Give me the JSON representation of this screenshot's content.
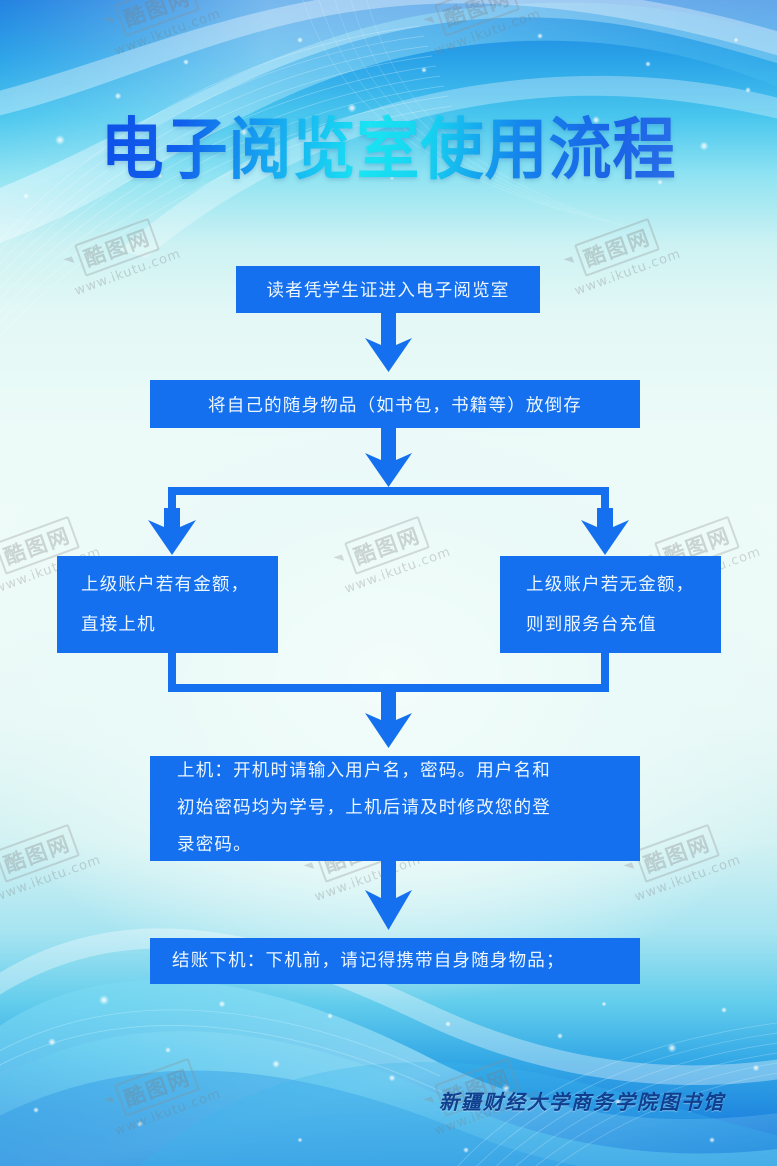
{
  "poster": {
    "title": "电子阅览室使用流程",
    "footer": "新疆财经大学商务学院图书馆",
    "colors": {
      "node_fill": "#1470ee",
      "node_text": "#ecf6ff",
      "arrow": "#1470ee",
      "title_gradient_start": "#0d4fe8",
      "title_gradient_mid": "#1ae3f2",
      "title_gradient_end": "#2a6fe8",
      "background_top": "#1e7fe0",
      "background_center": "#eefbf8",
      "background_bottom": "#1a74d8",
      "footer_text": "#0f3f8e"
    }
  },
  "flow": {
    "nodes": [
      {
        "id": "n1",
        "lines": [
          "读者凭学生证进入电子阅览室"
        ]
      },
      {
        "id": "n2",
        "lines": [
          "将自己的随身物品（如书包，书籍等）放倒存"
        ]
      },
      {
        "id": "n3",
        "lines": [
          "上级账户若有金额，",
          "直接上机"
        ]
      },
      {
        "id": "n4",
        "lines": [
          "上级账户若无金额，",
          "则到服务台充值"
        ]
      },
      {
        "id": "n5",
        "lines": [
          "上机：开机时请输入用户名，密码。用户名和",
          "初始密码均为学号，上机后请及时修改您的登",
          "录密码。"
        ]
      },
      {
        "id": "n6",
        "lines": [
          "结账下机：下机前，请记得携带自身随身物品；"
        ]
      }
    ],
    "connectors": [
      {
        "name": "arrow-n1-to-n2",
        "type": "arrow-down"
      },
      {
        "name": "arrow-n2-to-split",
        "type": "arrow-down"
      },
      {
        "name": "split-bar",
        "type": "branch-split"
      },
      {
        "name": "arrow-split-to-n3",
        "type": "arrow-down"
      },
      {
        "name": "arrow-split-to-n4",
        "type": "arrow-down"
      },
      {
        "name": "merge-bar",
        "type": "branch-merge"
      },
      {
        "name": "arrow-merge-to-n5",
        "type": "arrow-down"
      },
      {
        "name": "arrow-n5-to-n6",
        "type": "arrow-down"
      }
    ]
  },
  "watermarks": [
    {
      "label": "酷图网",
      "url": "www.ikutu.com"
    }
  ]
}
